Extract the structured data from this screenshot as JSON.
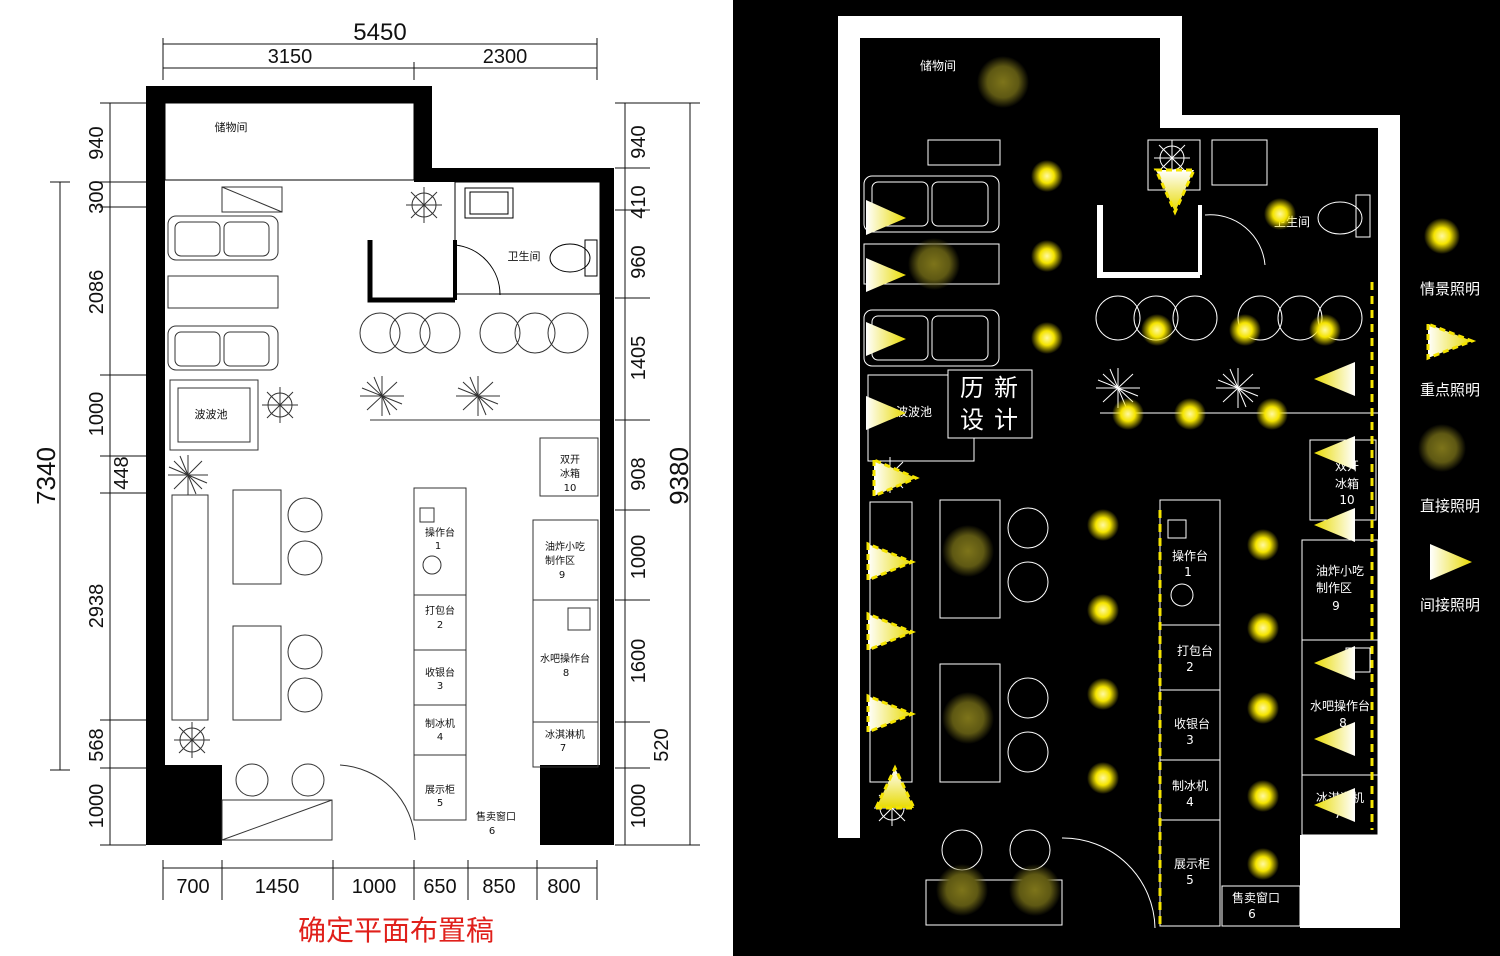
{
  "left_plan": {
    "caption": "确定平面布置稿",
    "dims": {
      "top_total": "5450",
      "top_a": "3150",
      "top_b": "2300",
      "left_total": "7340",
      "left": [
        "940",
        "300",
        "2086",
        "1000",
        "448",
        "2938",
        "568",
        "1000"
      ],
      "right_total": "9380",
      "right": [
        "940",
        "410",
        "960",
        "1405",
        "908",
        "1000",
        "1600",
        "520",
        "1000"
      ],
      "bottom": [
        "700",
        "1450",
        "1000",
        "650",
        "850",
        "800"
      ]
    },
    "rooms": {
      "storage": "储物间",
      "toilet": "卫生间",
      "pool": "波波池",
      "fridge": [
        "双开",
        "冰箱",
        "10"
      ],
      "fry": [
        "油炸小吃",
        "制作区",
        "9"
      ],
      "bar": [
        "水吧操作台",
        "8"
      ],
      "icecream": [
        "冰淇淋机",
        "7"
      ],
      "work": [
        "操作台",
        "1"
      ],
      "pack": [
        "打包台",
        "2"
      ],
      "cashier": [
        "收银台",
        "3"
      ],
      "ice": [
        "制冰机",
        "4"
      ],
      "display": [
        "展示柜",
        "5"
      ],
      "window": [
        "售卖窗口",
        "6"
      ]
    }
  },
  "right_plan": {
    "stamp": [
      "历",
      "新",
      "设",
      "计"
    ],
    "rooms": {
      "storage": "储物间",
      "toilet": "卫生间",
      "pool": "波波池",
      "fridge": [
        "双开",
        "冰箱",
        "10"
      ],
      "fry": [
        "油炸小吃",
        "制作区",
        "9"
      ],
      "bar": [
        "水吧操作台",
        "8"
      ],
      "icecream": [
        "冰淇淋机",
        "7"
      ],
      "work": [
        "操作台",
        "1"
      ],
      "pack": [
        "打包台",
        "2"
      ],
      "cashier": [
        "收银台",
        "3"
      ],
      "ice": [
        "制冰机",
        "4"
      ],
      "display": [
        "展示柜",
        "5"
      ],
      "window": [
        "售卖窗口",
        "6"
      ]
    }
  },
  "legend": {
    "items": [
      {
        "label": "情景照明",
        "symbol": "bright-yellow-dot"
      },
      {
        "label": "重点照明",
        "symbol": "dashed-triangle"
      },
      {
        "label": "直接照明",
        "symbol": "dim-yellow-dot"
      },
      {
        "label": "间接照明",
        "symbol": "solid-triangle"
      }
    ]
  },
  "colors": {
    "caption": "#e0201b",
    "wall": "#000000",
    "light_yellow": "#f5e400",
    "dim_yellow": "#6b6412",
    "right_bg": "#000000"
  }
}
